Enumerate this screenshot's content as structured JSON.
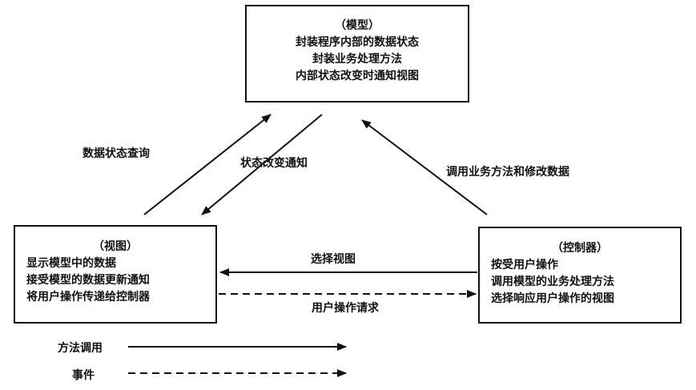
{
  "model": {
    "title": "（模型）",
    "lines": [
      "封装程序内部的数据状态",
      "封装业务处理方法",
      "内部状态改变时通知视图"
    ]
  },
  "view": {
    "title": "（视图）",
    "lines": [
      "显示模型中的数据",
      "接受模型的数据更新通知",
      "将用户操作传递给控制器"
    ]
  },
  "controller": {
    "title": "（控制器）",
    "lines": [
      "按受用户操作",
      "调用模型的业务处理方法",
      "选择响应用户操作的视图"
    ]
  },
  "arrows": {
    "query_label": "数据状态查询",
    "notify_label": "状态改变通知",
    "invoke_label": "调用业务方法和修改数据",
    "select_view_label": "选择视图",
    "user_request_label": "用户操作请求"
  },
  "legend": {
    "method_call": "方法调用",
    "event": "事件"
  },
  "colors": {
    "ink": "#111111",
    "background": "#ffffff"
  }
}
